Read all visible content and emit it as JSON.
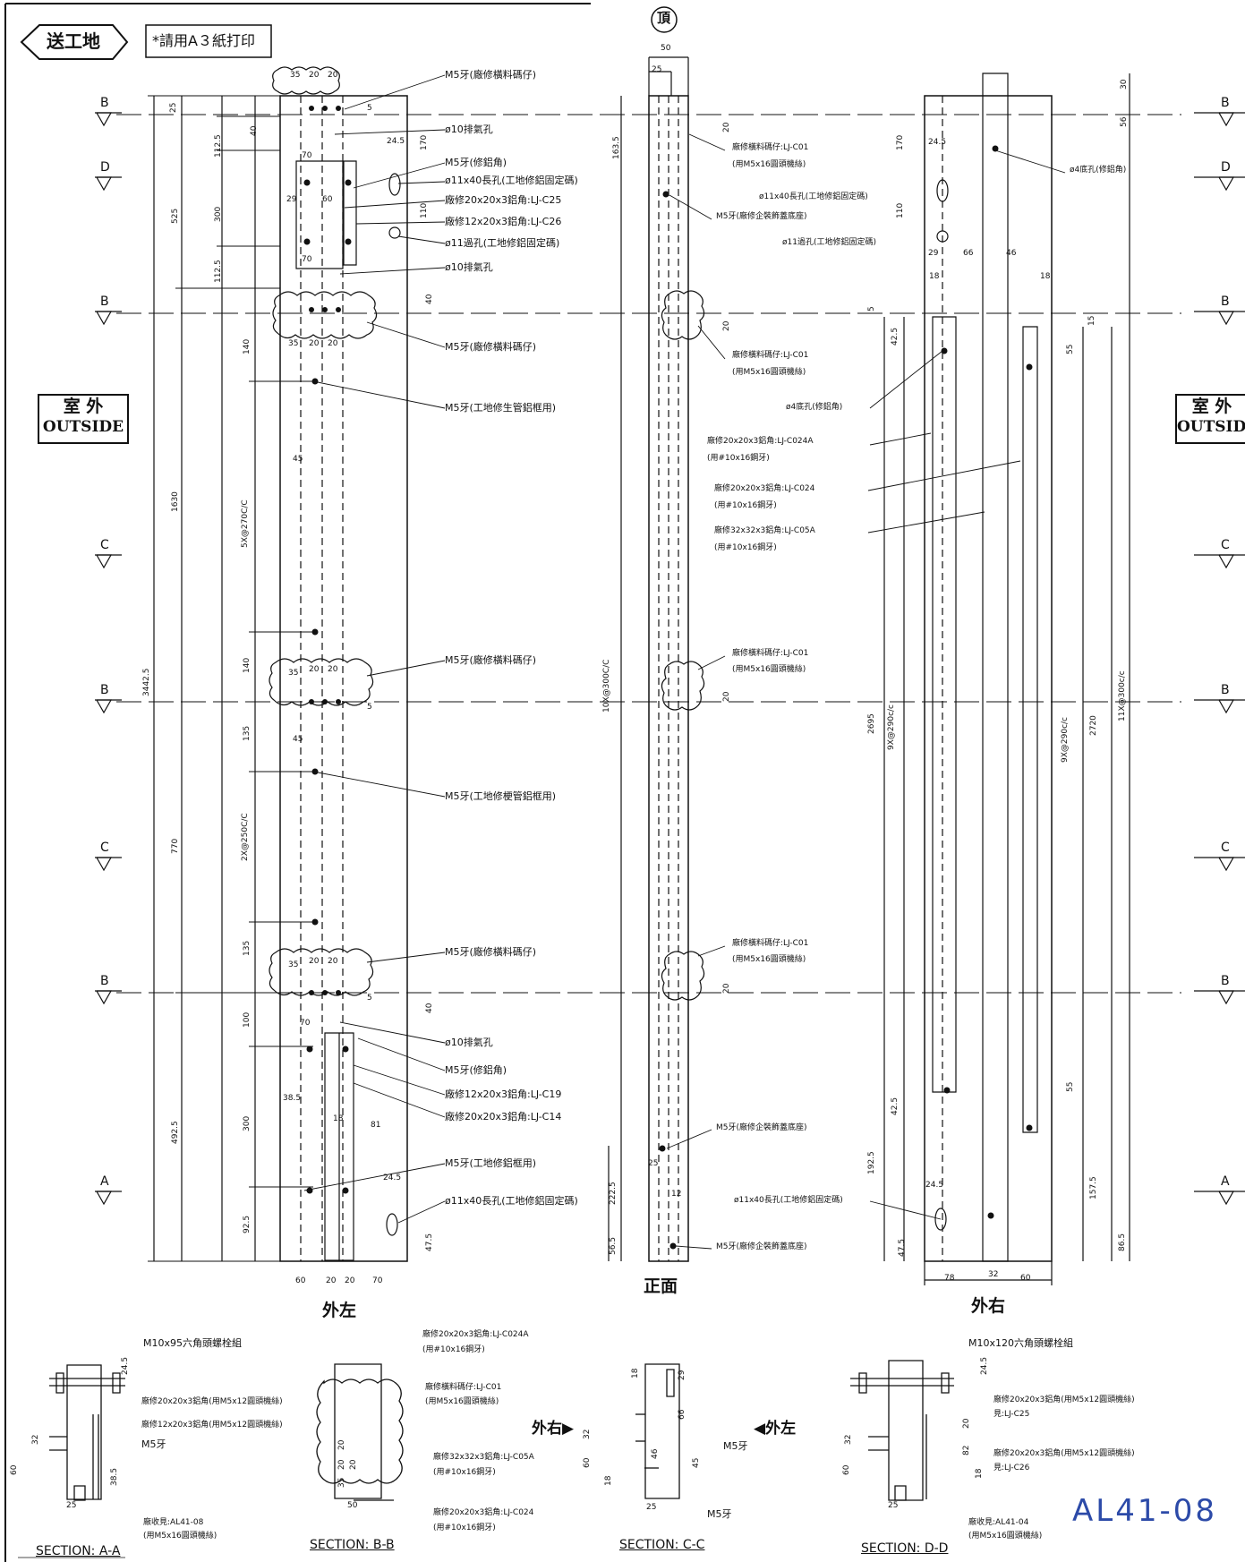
{
  "header": {
    "stamp": "送工地",
    "print_note": "*請用A３紙打印",
    "top_mark": "頂"
  },
  "side_labels": {
    "left_cn": "室 外",
    "left_en": "OUTSIDE",
    "right_cn": "室 外",
    "right_en": "OUTSIDE"
  },
  "section_marks": {
    "b1": "B",
    "d1": "D",
    "b2": "B",
    "c1": "C",
    "b3": "B",
    "c2": "C",
    "b4": "B",
    "a1": "A"
  },
  "views": {
    "left": "外左",
    "front": "正面",
    "right": "外右"
  },
  "sections": {
    "aa": "SECTION: A-A",
    "bb": "SECTION: B-B",
    "cc": "SECTION: C-C",
    "dd": "SECTION: D-D"
  },
  "left_view": {
    "callouts": [
      "M5牙(廠修橫料碼仔)",
      "ø10排氣孔",
      "M5牙(修鋁角)",
      "ø11x40長孔(工地修鋁固定碼)",
      "廠修20x20x3鋁角:LJ-C25",
      "廠修12x20x3鋁角:LJ-C26",
      "ø11過孔(工地修鋁固定碼)",
      "ø10排氣孔",
      "M5牙(廠修橫料碼仔)",
      "M5牙(工地修生管鋁框用)",
      "M5牙(廠修橫料碼仔)",
      "M5牙(工地修梗管鋁框用)",
      "M5牙(廠修橫料碼仔)",
      "ø10排氣孔",
      "M5牙(修鋁角)",
      "廠修12x20x3鋁角:LJ-C19",
      "廠修20x20x3鋁角:LJ-C14",
      "M5牙(工地修鋁框用)",
      "ø11x40長孔(工地修鋁固定碼)"
    ],
    "dims_v": [
      "25",
      "40",
      "112.5",
      "300",
      "112.5",
      "525",
      "1630",
      "140",
      "5X@270C/C",
      "140",
      "135",
      "2X@250C/C",
      "770",
      "135",
      "100",
      "300",
      "492.5",
      "92.5",
      "3442.5",
      "47.5",
      "40",
      "170",
      "110",
      "40"
    ],
    "dims_h": [
      "35",
      "20",
      "20",
      "5",
      "24.5",
      "70",
      "29",
      "60",
      "70",
      "35",
      "20",
      "20",
      "45",
      "35",
      "20",
      "20",
      "5",
      "45",
      "35",
      "20",
      "20",
      "5",
      "70",
      "38.5",
      "18",
      "81",
      "24.5",
      "60",
      "20",
      "20",
      "70"
    ]
  },
  "front_view": {
    "callouts": [
      "廠修橫料碼仔:LJ-C01",
      "(用M5x16圓頭機絲)",
      "M5牙(廠修企裝飾蓋底座)",
      "廠修橫料碼仔:LJ-C01",
      "(用M5x16圓頭機絲)",
      "廠修橫料碼仔:LJ-C01",
      "(用M5x16圓頭機絲)",
      "廠修橫料碼仔:LJ-C01",
      "(用M5x16圓頭機絲)",
      "M5牙(廠修企裝飾蓋底座)",
      "M5牙(廠修企裝飾蓋底座)"
    ],
    "dims": [
      "50",
      "25",
      "20",
      "163.5",
      "20",
      "10X@300C/C",
      "20",
      "20",
      "25",
      "222.5",
      "12",
      "56.5"
    ]
  },
  "right_view": {
    "callouts": [
      "ø4底孔(修鋁角)",
      "ø11x40長孔(工地修鋁固定碼)",
      "ø11過孔(工地修鋁固定碼)",
      "ø4底孔(修鋁角)",
      "廠修20x20x3鋁角:LJ-C024A",
      "(用#10x16鋼牙)",
      "廠修20x20x3鋁角:LJ-C024",
      "(用#10x16鋼牙)",
      "廠修32x32x3鋁角:LJ-C05A",
      "(用#10x16鋼牙)",
      "ø11x40長孔(工地修鋁固定碼)"
    ],
    "dims": [
      "30",
      "56",
      "170",
      "24.5",
      "110",
      "29",
      "66",
      "46",
      "18",
      "18",
      "5",
      "42.5",
      "15",
      "55",
      "2695",
      "9X@290c/c",
      "9X@290c/c",
      "2720",
      "11X@300c/c",
      "42.5",
      "55",
      "192.5",
      "157.5",
      "24.5",
      "47.5",
      "86.5",
      "78",
      "32",
      "60"
    ]
  },
  "bottom": {
    "aa_callouts": [
      "M10x95六角頭螺栓組",
      "廠修20x20x3鋁角(用M5x12圓頭機絲)",
      "廠修12x20x3鋁角(用M5x12圓頭機絲)",
      "M5牙",
      "廠收見:AL41-08",
      "(用M5x16圓頭機絲)"
    ],
    "aa_dims": [
      "24.5",
      "32",
      "60",
      "38.5",
      "25"
    ],
    "bb_callouts": [
      "廠修橫料碼仔:LJ-C01",
      "(用M5x16圓頭機絲)"
    ],
    "bb_dims": [
      "20",
      "20",
      "35",
      "20",
      "50"
    ],
    "cc_callouts": [
      "廠修20x20x3鋁角:LJ-C024A",
      "(用#10x16鋼牙)",
      "外右▶",
      "◀外左",
      "廠修32x32x3鋁角:LJ-C05A",
      "(用#10x16鋼牙)",
      "M5牙",
      "廠修20x20x3鋁角:LJ-C024",
      "(用#10x16鋼牙)",
      "M5牙"
    ],
    "cc_dims": [
      "18",
      "29",
      "66",
      "32",
      "60",
      "46",
      "45",
      "18",
      "25"
    ],
    "dd_callouts": [
      "M10x120六角頭螺栓組",
      "廠修20x20x3鋁角(用M5x12圓頭機絲)",
      "見:LJ-C25",
      "廠修20x20x3鋁角(用M5x12圓頭機絲)",
      "見:LJ-C26",
      "廠收見:AL41-04",
      "(用M5x16圓頭機絲)"
    ],
    "dd_dims": [
      "24.5",
      "20",
      "82",
      "32",
      "60",
      "18",
      "25"
    ],
    "handwritten": "AL41-08"
  }
}
